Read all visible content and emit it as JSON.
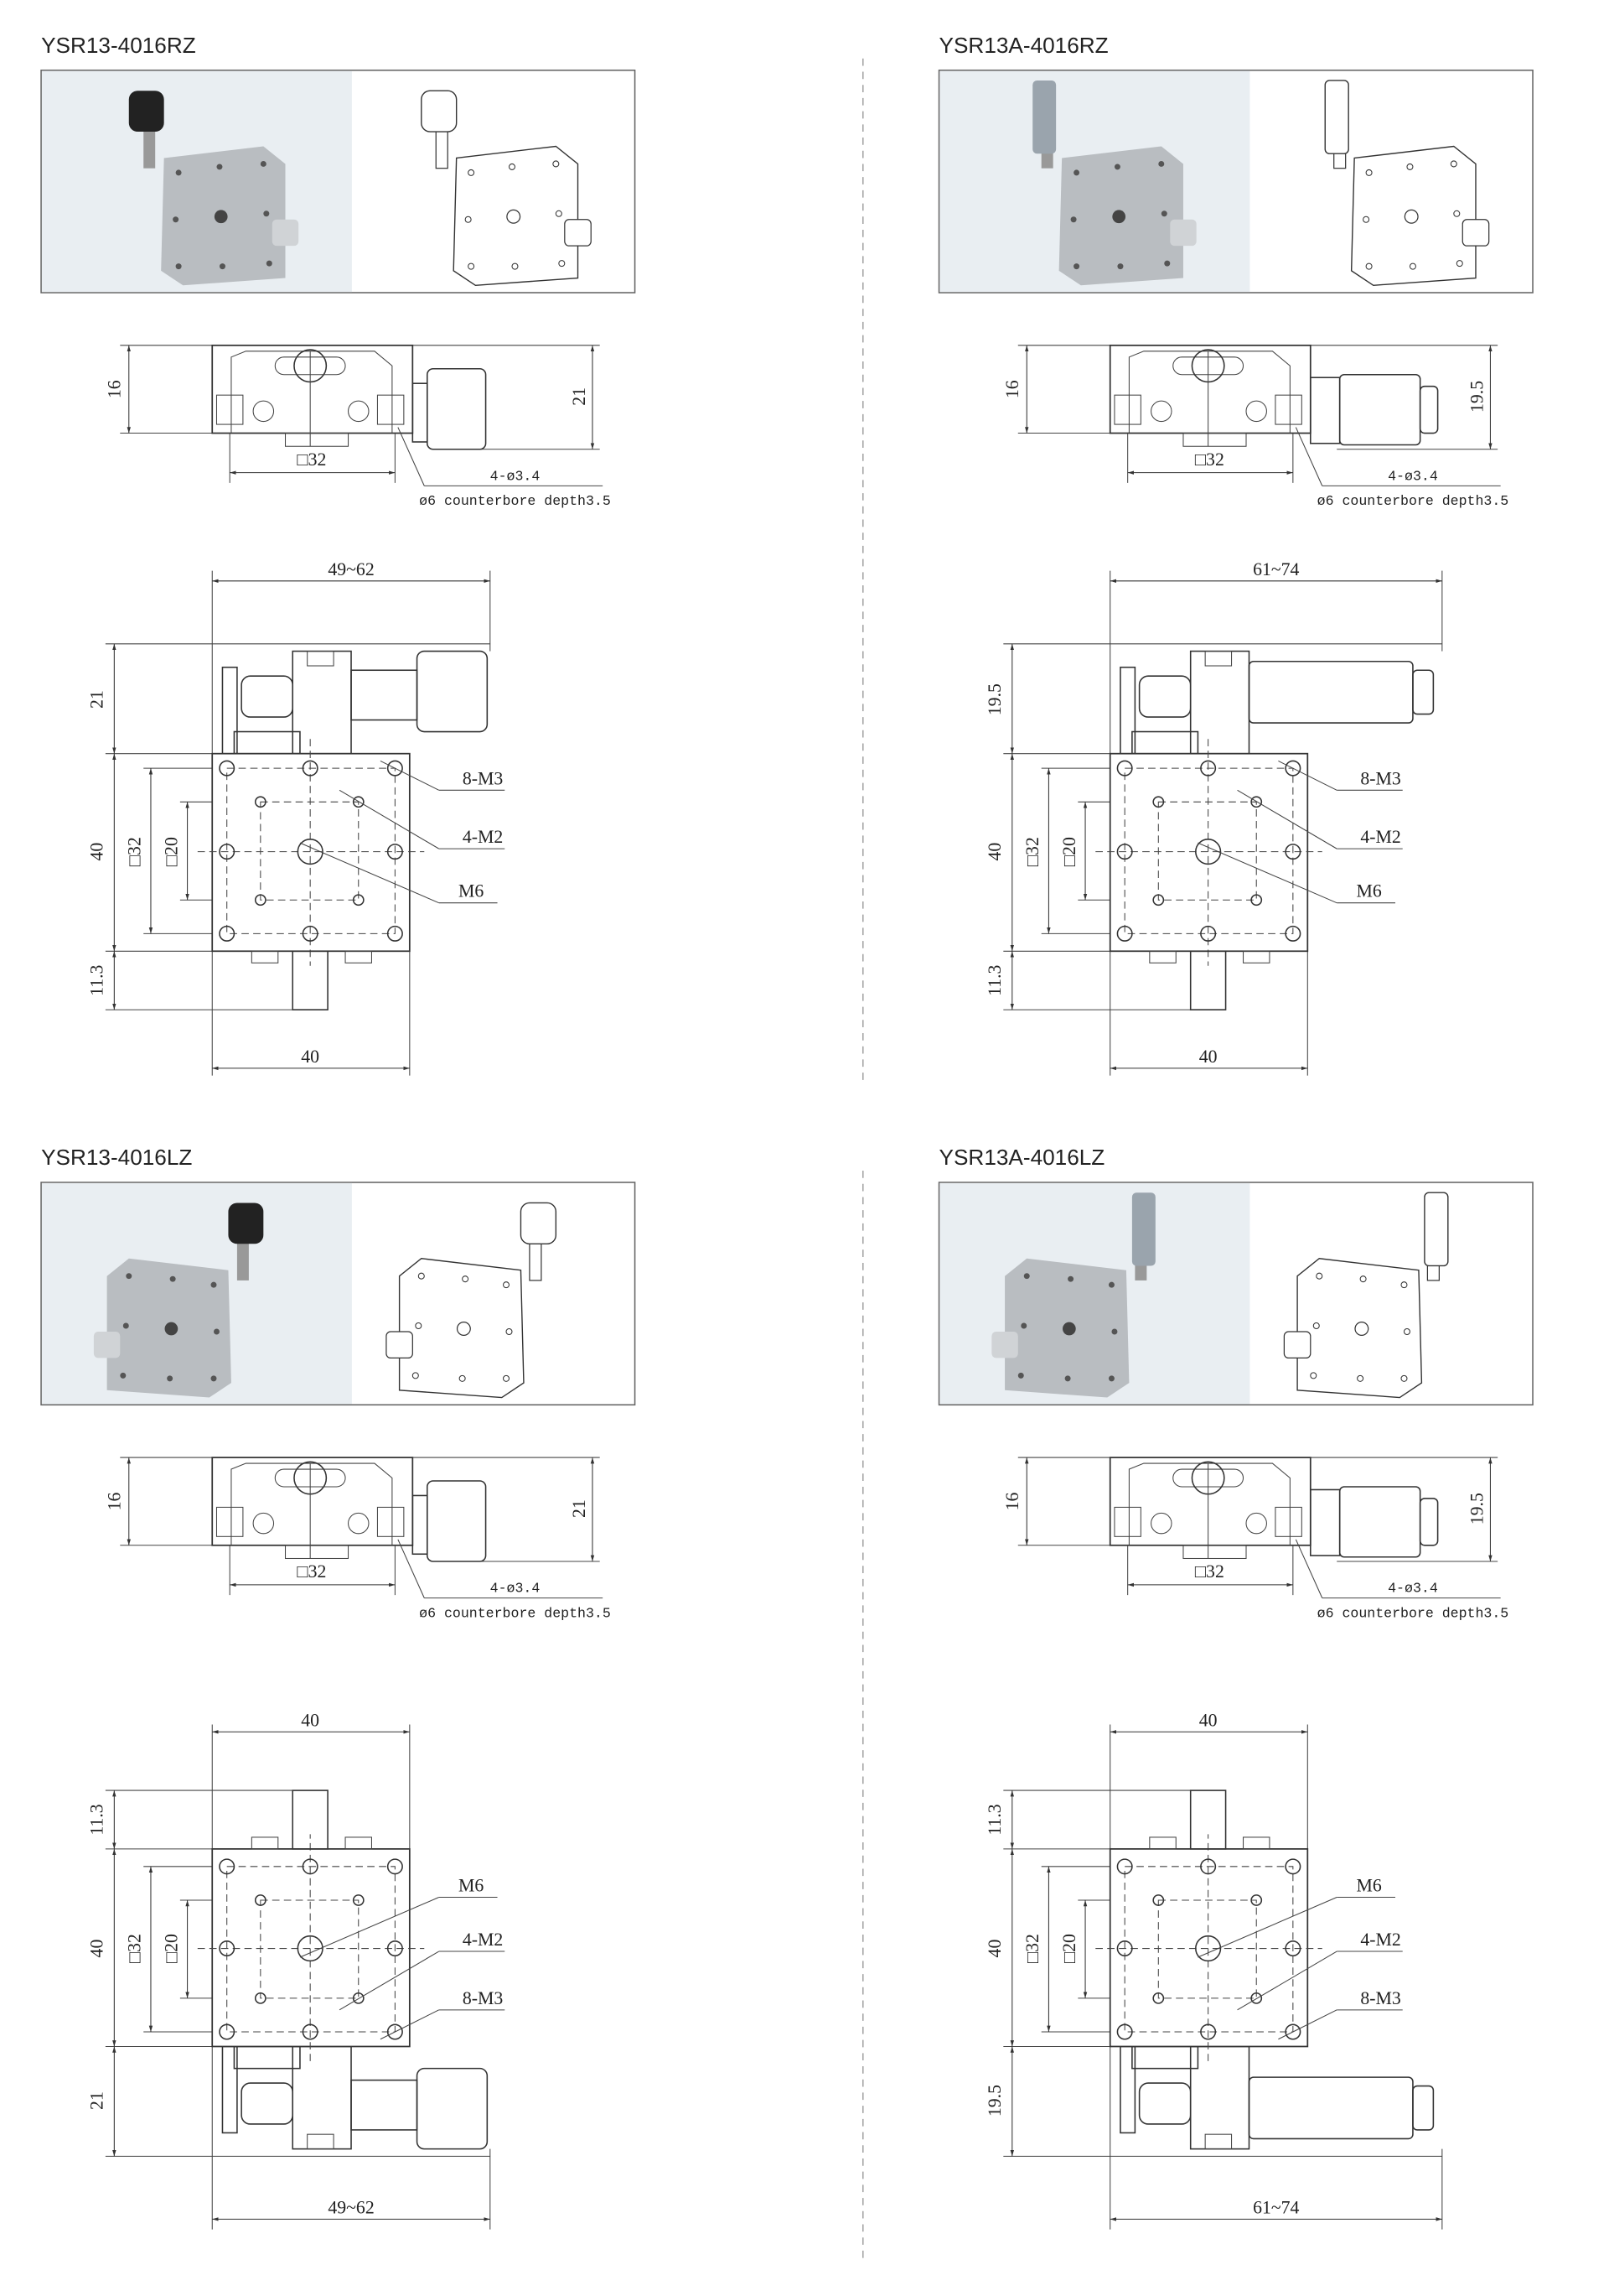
{
  "panels": [
    {
      "title": "YSR13-4016RZ",
      "side": {
        "height": "16",
        "total_height": "21",
        "square": "□32",
        "holes": "4-ø3.4",
        "counterbore": "ø6 counterbore depth3.5"
      },
      "top": {
        "width": "49~62",
        "actuator": "21",
        "body": "40",
        "square_32": "□32",
        "square_20": "□20",
        "extension": "11.3",
        "body_width": "40",
        "m3": "8-M3",
        "m2": "4-M2",
        "m6": "M6"
      }
    },
    {
      "title": "YSR13A-4016RZ",
      "side": {
        "height": "16",
        "total_height": "19.5",
        "square": "□32",
        "holes": "4-ø3.4",
        "counterbore": "ø6 counterbore depth3.5"
      },
      "top": {
        "width": "61~74",
        "actuator": "19.5",
        "body": "40",
        "square_32": "□32",
        "square_20": "□20",
        "extension": "11.3",
        "body_width": "40",
        "m3": "8-M3",
        "m2": "4-M2",
        "m6": "M6"
      }
    },
    {
      "title": "YSR13-4016LZ",
      "side": {
        "height": "16",
        "total_height": "21",
        "square": "□32",
        "holes": "4-ø3.4",
        "counterbore": "ø6 counterbore depth3.5"
      },
      "top": {
        "width": "49~62",
        "actuator": "21",
        "body": "40",
        "square_32": "□32",
        "square_20": "□20",
        "extension": "11.3",
        "body_width": "40",
        "m3": "8-M3",
        "m2": "4-M2",
        "m6": "M6"
      }
    },
    {
      "title": "YSR13A-4016LZ",
      "side": {
        "height": "16",
        "total_height": "19.5",
        "square": "□32",
        "holes": "4-ø3.4",
        "counterbore": "ø6 counterbore depth3.5"
      },
      "top": {
        "width": "61~74",
        "actuator": "19.5",
        "body": "40",
        "square_32": "□32",
        "square_20": "□20",
        "extension": "11.3",
        "body_width": "40",
        "m3": "8-M3",
        "m2": "4-M2",
        "m6": "M6"
      }
    }
  ],
  "colors": {
    "photo_bg": "#e9eef2",
    "stage": "#b9bdc1",
    "knob_black": "#222222",
    "micrometer": "#9aa4ad"
  }
}
